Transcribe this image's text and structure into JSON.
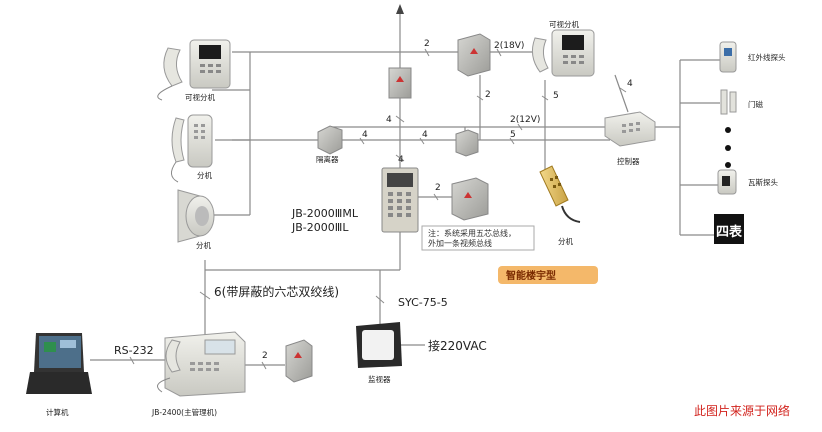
{
  "labels": {
    "video_ext_left": "可视分机",
    "ext_left": "分机",
    "ext_wall": "分机",
    "isolator": "隔离器",
    "video_ext_right": "可视分机",
    "infrared": "红外线探头",
    "door_magnet": "门磁",
    "gas_probe": "瓦斯探头",
    "controller": "控制器",
    "ext_handheld": "分机",
    "four_meters": "四表",
    "model_line1": "JB-2000ⅢML",
    "model_line2": "JB-2000ⅢL",
    "note_line1": "注：系统采用五芯总线，",
    "note_line2": "外加一条视频总线",
    "building_type": "智能楼宇型",
    "cable_six": "6(带屏蔽的六芯双绞线)",
    "coax": "SYC-75-5",
    "rs232": "RS-232",
    "power": "接220VAC",
    "computer": "计算机",
    "main_unit": "JB-2400(主管理机)",
    "monitor": "监视器",
    "source": "此图片来源于网络"
  },
  "wire_counts": {
    "top_ps": "2",
    "top_ps_18v": "2(18V)",
    "ctrl_ps": "2",
    "bus_12v": "2(12V)",
    "riser": "4",
    "isolator_in": "4",
    "bus_mid": "4",
    "handheld": "5",
    "ctrl_bus": "5",
    "ctrl_top": "4",
    "panel_down": "4",
    "panel_ps": "2",
    "main_ps": "2"
  },
  "colors": {
    "wire": "#8a8a8a",
    "device_body": "#dcdcd6",
    "screen": "#1c1c1c",
    "badge": "#f4b86a",
    "source_text": "#d2231d"
  }
}
